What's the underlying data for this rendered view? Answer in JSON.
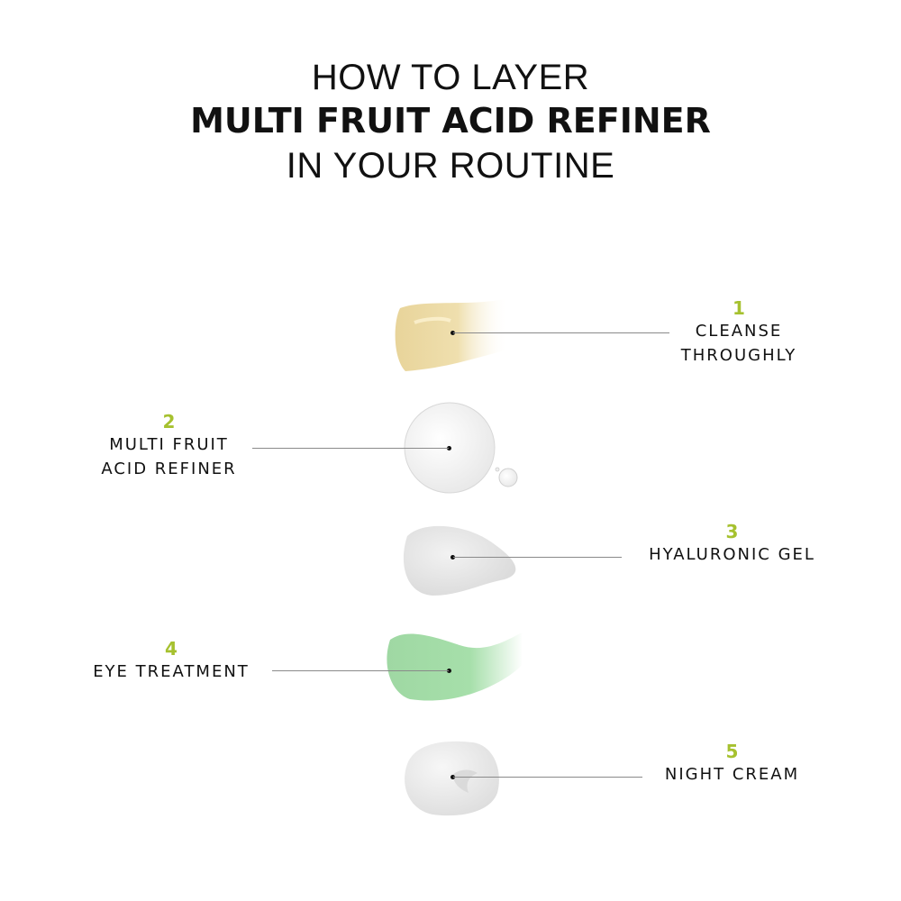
{
  "header": {
    "line1": "HOW TO LAYER",
    "line2": "MULTI FRUIT ACID REFINER",
    "line3": "IN YOUR ROUTINE"
  },
  "accent_color": "#a6c12f",
  "steps": [
    {
      "number": "1",
      "line1": "CLEANSE",
      "line2": "THROUGHLY",
      "swatch": "yellow-cleanser-swatch",
      "color": "#efdfae"
    },
    {
      "number": "2",
      "line1": "MULTI FRUIT",
      "line2": "ACID REFINER",
      "swatch": "clear-droplet-swatch",
      "color": "#f2f2f2"
    },
    {
      "number": "3",
      "line1": "HYALURONIC GEL",
      "swatch": "white-gel-swatch",
      "color": "#e6e6e6"
    },
    {
      "number": "4",
      "line1": "EYE TREATMENT",
      "swatch": "green-cream-swatch",
      "color": "#a6dfaa"
    },
    {
      "number": "5",
      "line1": "NIGHT CREAM",
      "swatch": "white-cream-swatch",
      "color": "#ebebeb"
    }
  ]
}
